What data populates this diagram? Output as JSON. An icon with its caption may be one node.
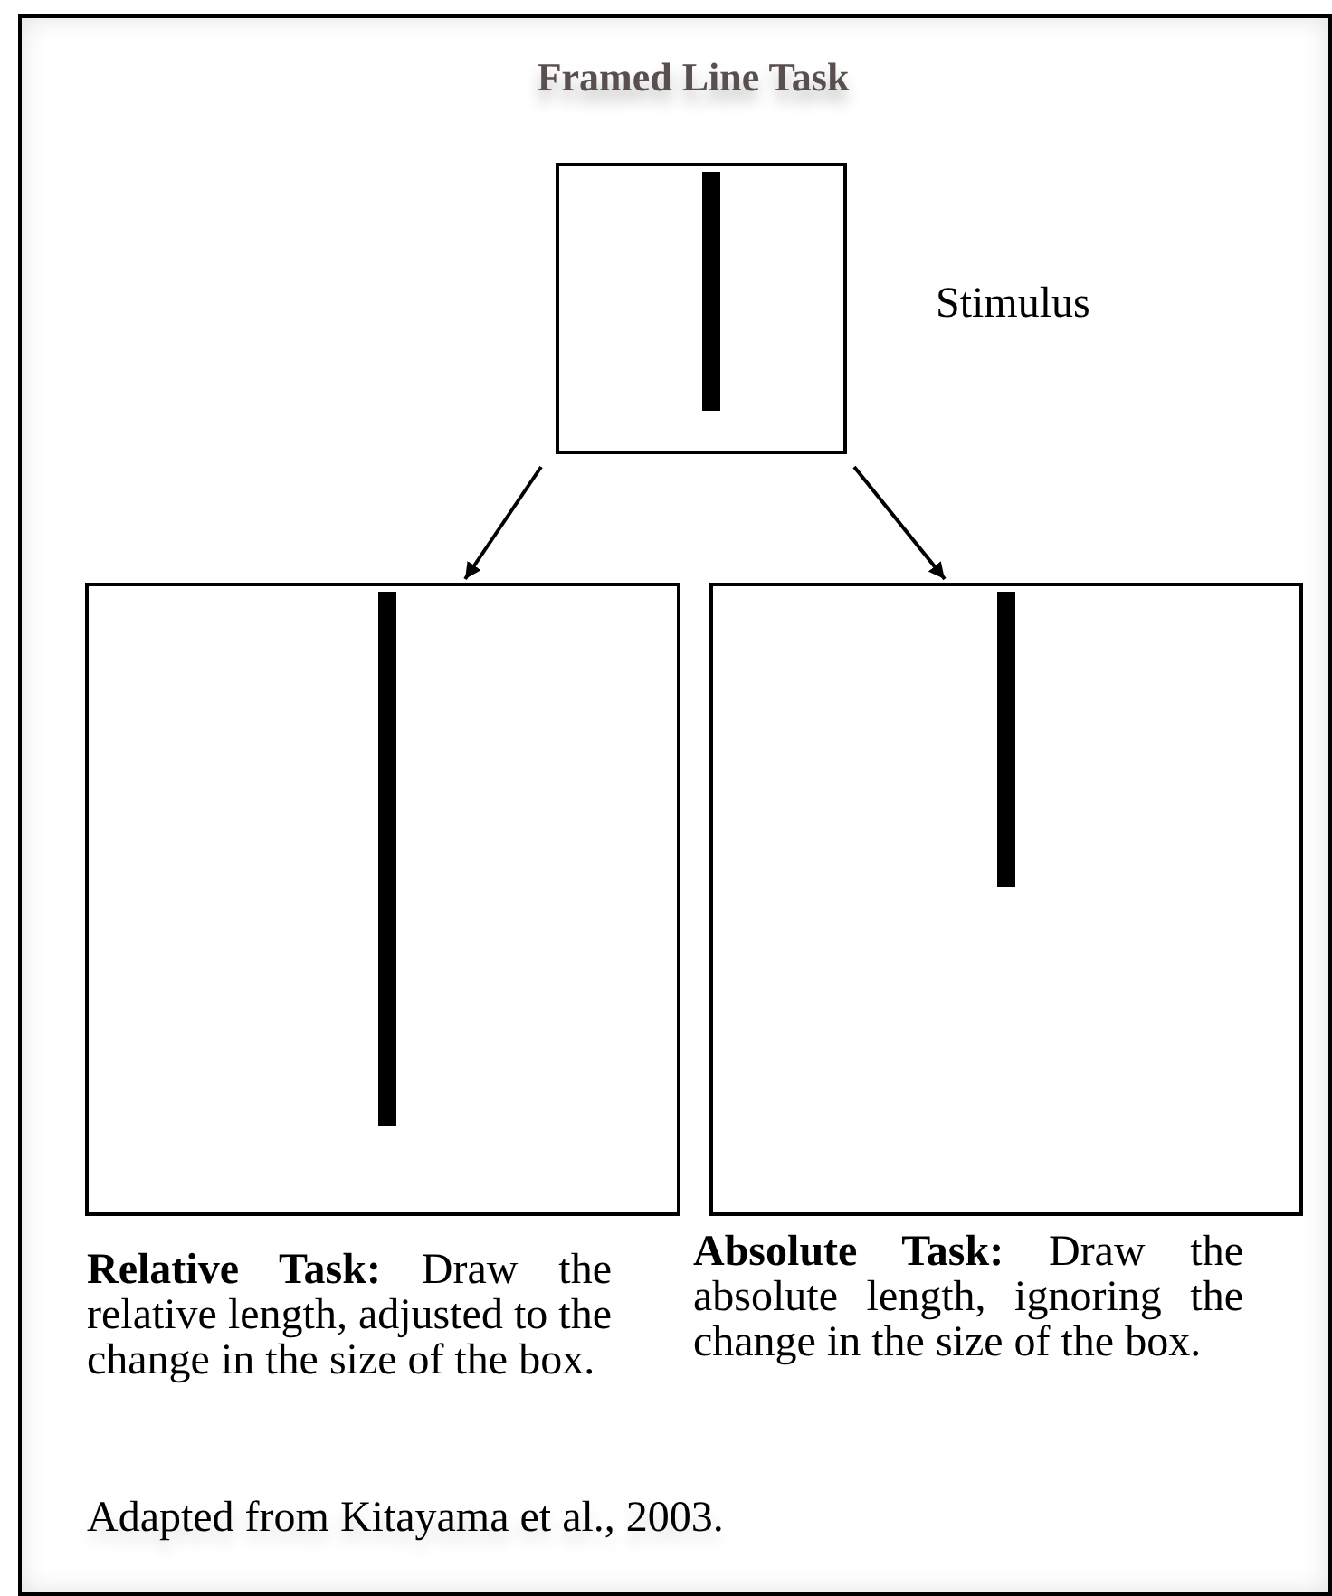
{
  "diagram": {
    "title": "Framed Line Task",
    "caption": "Adapted from Kitayama et al., 2003.",
    "nodes": [
      {
        "text": [],
        "shape": "box",
        "beside": [
          "Stimulus"
        ]
      },
      {
        "text": [],
        "shape": "box",
        "beside": [
          "**Relative Task:** Draw the relative length, adjusted to the change in the size of the box."
        ]
      },
      {
        "text": [],
        "shape": "box",
        "beside": [
          "**Absolute Task:** Draw the absolute length, ignoring the change in the size of the box."
        ]
      }
    ],
    "edges": [
      {
        "from": 0,
        "to": 1,
        "arrow": "to"
      },
      {
        "from": 0,
        "to": 2,
        "arrow": "to"
      }
    ]
  }
}
